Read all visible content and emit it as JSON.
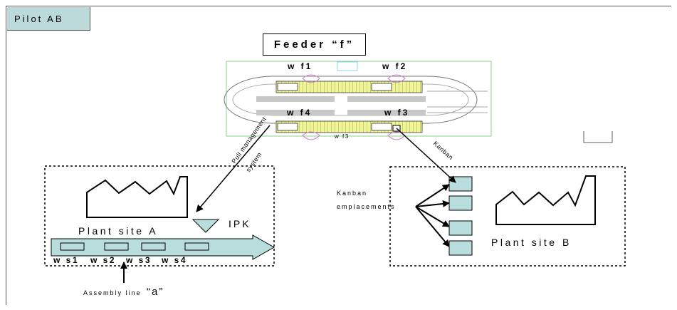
{
  "title": {
    "tab": "Pilot AB",
    "feeder": "Feeder “f”"
  },
  "feeder_stations": {
    "wf1": "w f1",
    "wf2": "w f2",
    "wf3": "w f3",
    "wf4": "w f4",
    "wf3_center": "w f3"
  },
  "arrows": {
    "pull_management": "Pull management",
    "system": "system",
    "kanban": "Kanban"
  },
  "plant_a": {
    "label": "Plant site A",
    "ipk": "IPK",
    "assembly_line": "Assembly line",
    "assembly_line_id": "“a”"
  },
  "workstations": [
    "w s1",
    "w s2",
    "w s3",
    "w s4"
  ],
  "plant_b": {
    "label": "Plant site B",
    "kanban_line1": "Kanban",
    "kanban_line2": "emplacements"
  },
  "colors": {
    "tab_bg": "#bcdada",
    "box_fill": "#b9dcdc",
    "conveyor": "#f1f59a",
    "grid_green": "#33bb33"
  }
}
